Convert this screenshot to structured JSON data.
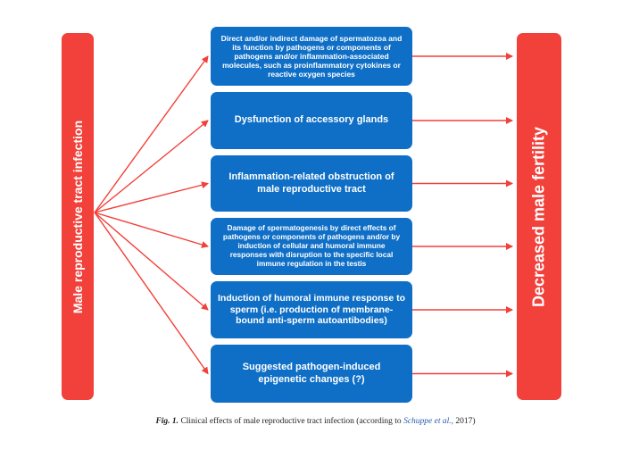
{
  "left_bar": {
    "label": "Male reproductive tract infection"
  },
  "right_bar": {
    "label": "Decreased male fertility"
  },
  "effects": [
    {
      "text": "Direct and/or indirect damage of spermatozoa and its function by pathogens or components of pathogens and/or inflammation-associated molecules, such as proinflammatory cytokines or reactive oxygen species"
    },
    {
      "text": "Dysfunction of accessory glands"
    },
    {
      "text": "Inflammation-related obstruction of male reproductive tract"
    },
    {
      "text": "Damage of spermatogenesis by direct effects of pathogens or components of pathogens and/or by induction of cellular and humoral immune responses with disruption to the specific local immune regulation in the testis"
    },
    {
      "text": "Induction of humoral immune response to sperm (i.e. production of membrane-bound anti-sperm autoantibodies)"
    },
    {
      "text": "Suggested pathogen-induced epigenetic changes (?)"
    }
  ],
  "caption": {
    "fig_label": "Fig. 1.",
    "text": "Clinical effects of male reproductive tract infection (according to",
    "ref_text": "Schuppe et al.,",
    "year": "2017)"
  },
  "colors": {
    "bar": "#f2403a",
    "box": "#0f6fc6",
    "arrow": "#f2403a"
  }
}
